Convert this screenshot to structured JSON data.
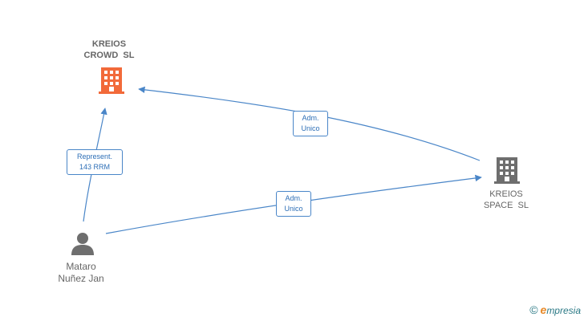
{
  "nodes": {
    "kreios_crowd": {
      "line1": "KREIOS",
      "line2": "CROWD  SL",
      "color": "#f26a3a"
    },
    "kreios_space": {
      "line1": "KREIOS",
      "line2": "SPACE  SL",
      "color": "#6e6e6e"
    },
    "person": {
      "line1": "Mataro",
      "line2": "Nuñez Jan",
      "color": "#6e6e6e"
    }
  },
  "edges": {
    "represent": {
      "line1": "Represent.",
      "line2": "143 RRM"
    },
    "adm_crowd": {
      "line1": "Adm.",
      "line2": "Unico"
    },
    "adm_space": {
      "line1": "Adm.",
      "line2": "Unico"
    }
  },
  "edge_color": "#4a86c8",
  "brand": {
    "copyright": "©",
    "e": "e",
    "rest": "mpresia"
  }
}
